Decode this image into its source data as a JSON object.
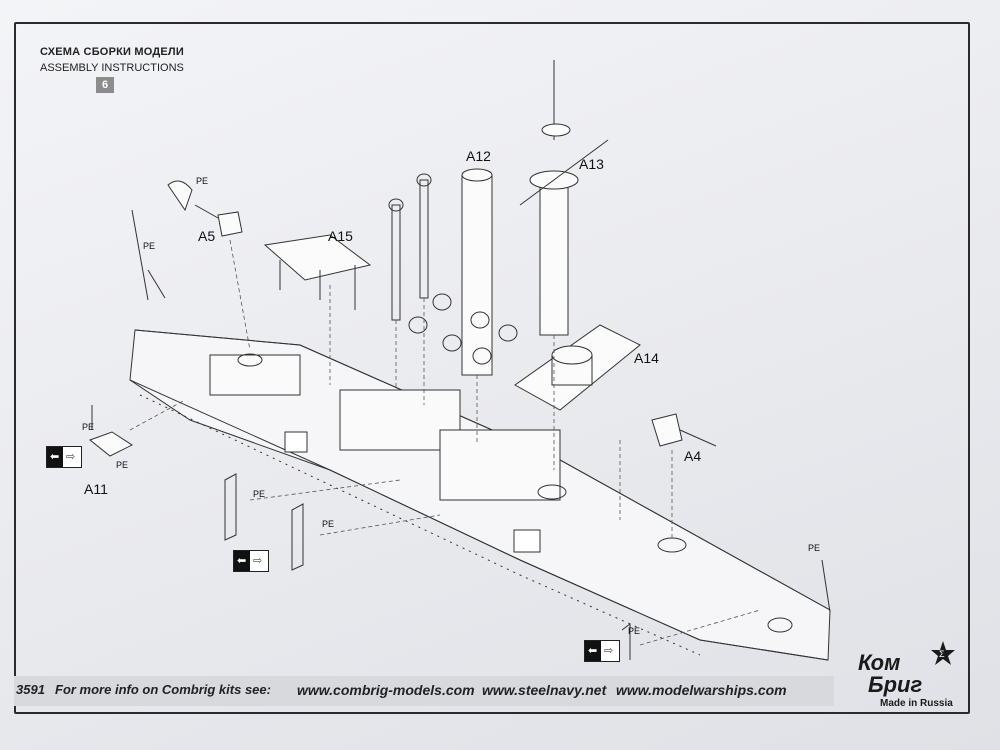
{
  "header": {
    "title_ru": "СХЕМА СБОРКИ МОДЕЛИ",
    "title_en": "ASSEMBLY INSTRUCTIONS",
    "step": "6"
  },
  "labels": {
    "a5": "A5",
    "a15": "A15",
    "a12": "A12",
    "a13": "A13",
    "a14": "A14",
    "a4": "A4",
    "a11": "A11",
    "pe": "PE"
  },
  "footer": {
    "kit_number": "3591",
    "info": "For more info on Combrig kits see:",
    "url1": "www.combrig-models.com",
    "url2": "www.steelnavy.net",
    "url3": "www.modelwarships.com"
  },
  "logo": {
    "line1": "Ком",
    "line2": "Бриг",
    "tagline": "Made in Russia",
    "star_label": "Σ"
  },
  "icons": {
    "left_arrow": "⬅",
    "right_arrow": "⇨"
  },
  "colors": {
    "ink": "#222222",
    "paper": "#eeeff2",
    "hull": "#f6f6f8"
  }
}
